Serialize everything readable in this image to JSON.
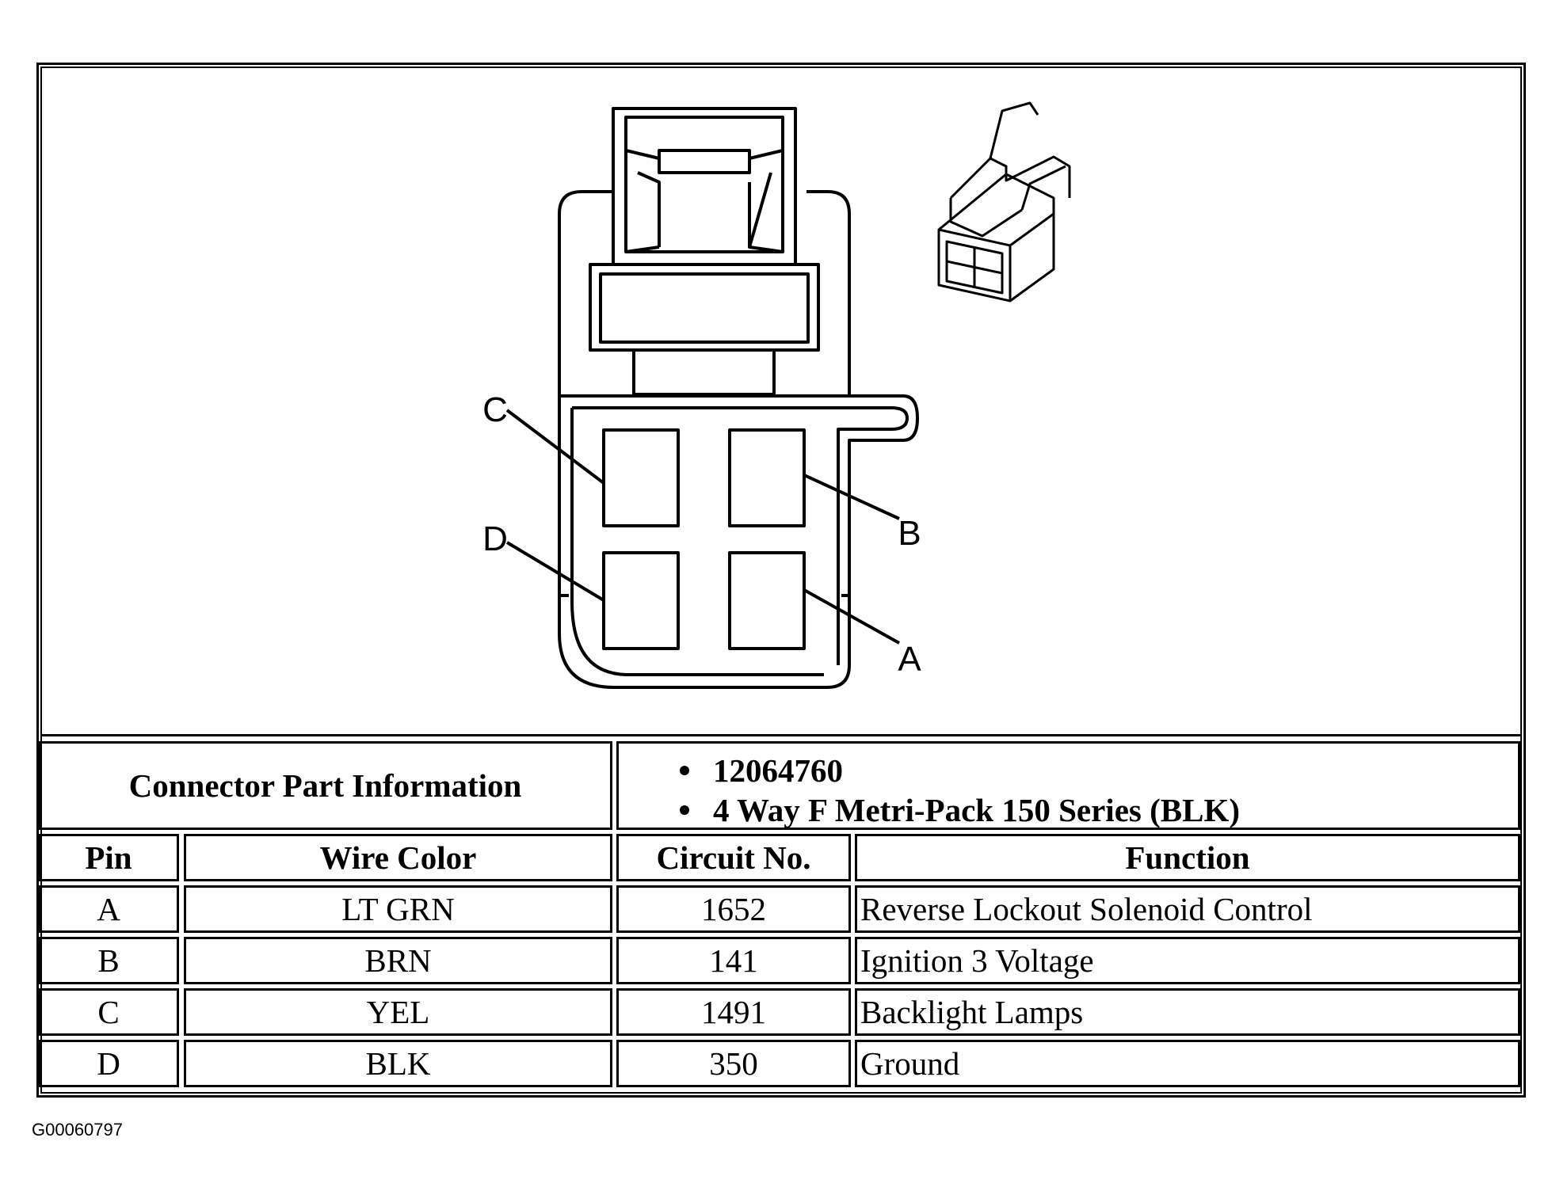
{
  "diagram": {
    "pin_labels": [
      "A",
      "B",
      "C",
      "D"
    ]
  },
  "connector_info": {
    "label": "Connector Part Information",
    "items": [
      "12064760",
      "4 Way F Metri-Pack 150 Series (BLK)"
    ]
  },
  "table": {
    "headers": [
      "Pin",
      "Wire Color",
      "Circuit No.",
      "Function"
    ],
    "rows": [
      [
        "A",
        "LT GRN",
        "1652",
        "Reverse Lockout Solenoid Control"
      ],
      [
        "B",
        "BRN",
        "141",
        "Ignition 3 Voltage"
      ],
      [
        "C",
        "YEL",
        "1491",
        "Backlight Lamps"
      ],
      [
        "D",
        "BLK",
        "350",
        "Ground"
      ]
    ]
  },
  "footer": {
    "figure_id": "G00060797"
  }
}
